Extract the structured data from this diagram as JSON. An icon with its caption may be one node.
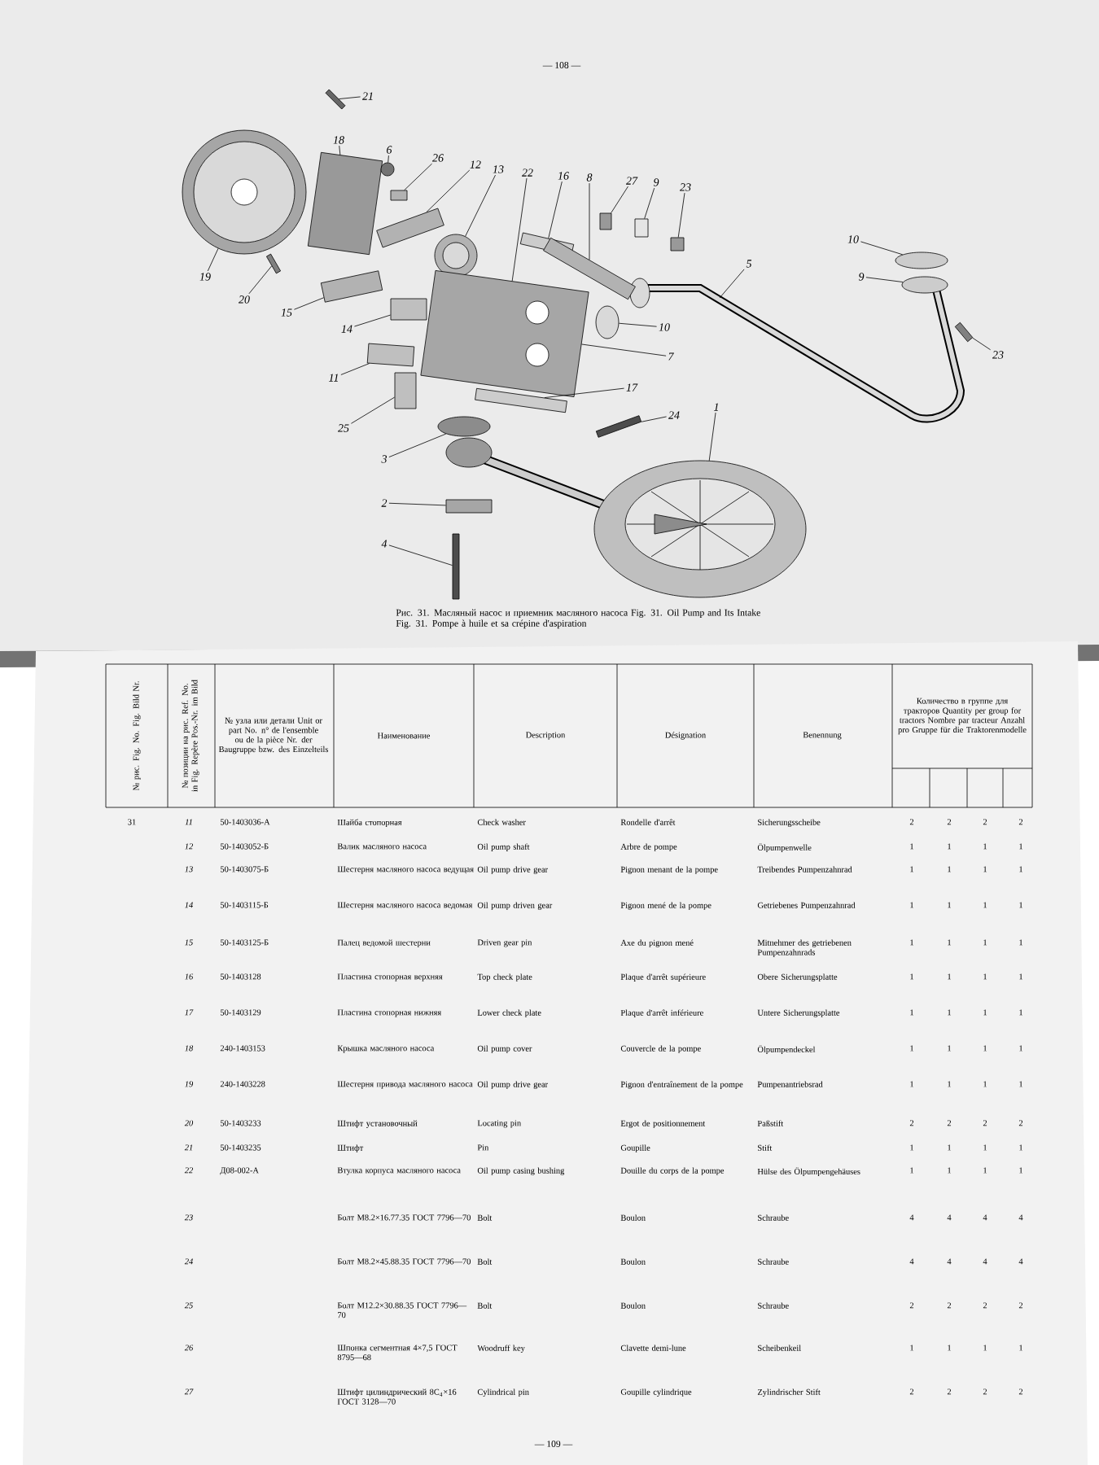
{
  "diagram": {
    "caption": "Рис. 31. Масляный насос и приемник масляного насоса Fig. 31. Oil Pump and Its Intake Fig. 31. Pompe à huile et sa crépine d'aspiration",
    "nodes": [
      {
        "text": [
          "21"
        ]
      },
      {
        "text": [
          "18"
        ]
      },
      {
        "text": [
          "6"
        ]
      },
      {
        "text": [
          "26"
        ]
      },
      {
        "text": [
          "12"
        ]
      },
      {
        "text": [
          "13"
        ]
      },
      {
        "text": [
          "22"
        ]
      },
      {
        "text": [
          "16"
        ]
      },
      {
        "text": [
          "8"
        ]
      },
      {
        "text": [
          "27"
        ]
      },
      {
        "text": [
          "9"
        ]
      },
      {
        "text": [
          "23"
        ]
      },
      {
        "text": [
          "10"
        ]
      },
      {
        "text": [
          "5"
        ]
      },
      {
        "text": [
          "19"
        ]
      },
      {
        "text": [
          "9"
        ]
      },
      {
        "text": [
          "20"
        ]
      },
      {
        "text": [
          "15"
        ]
      },
      {
        "text": [
          "10"
        ]
      },
      {
        "text": [
          "14"
        ]
      },
      {
        "text": [
          "7"
        ]
      },
      {
        "text": [
          "23"
        ]
      },
      {
        "text": [
          "17"
        ]
      },
      {
        "text": [
          "11"
        ]
      },
      {
        "text": [
          "24"
        ]
      },
      {
        "text": [
          "1"
        ]
      },
      {
        "text": [
          "25"
        ]
      },
      {
        "text": [
          "3"
        ]
      },
      {
        "text": [
          "2"
        ]
      },
      {
        "text": [
          "4"
        ]
      },
      {
        "text": [],
        "shape": "box"
      },
      {
        "text": [],
        "shape": "box"
      },
      {
        "text": [],
        "shape": "circle"
      },
      {
        "text": [],
        "shape": "box"
      },
      {
        "text": [],
        "shape": "box"
      },
      {
        "text": [],
        "shape": "circle"
      },
      {
        "text": [],
        "shape": "circle"
      },
      {
        "text": [],
        "shape": "box"
      },
      {
        "text": [],
        "shape": "box"
      },
      {
        "text": [],
        "shape": "box"
      },
      {
        "text": [],
        "shape": "box"
      },
      {
        "text": [],
        "shape": "box"
      },
      {
        "text": [],
        "shape": "ellipse"
      },
      {
        "text": [],
        "shape": "ellipse"
      },
      {
        "text": [],
        "shape": "box"
      },
      {
        "text": [],
        "shape": "box"
      },
      {
        "text": [],
        "shape": "ellipse"
      },
      {
        "text": [],
        "shape": "box"
      },
      {
        "text": [],
        "shape": "box"
      },
      {
        "text": [],
        "shape": "box"
      },
      {
        "text": [],
        "shape": "box"
      },
      {
        "text": [],
        "shape": "box"
      },
      {
        "text": [],
        "shape": "box"
      },
      {
        "text": [],
        "shape": "box"
      },
      {
        "text": [],
        "shape": "ellipse"
      },
      {
        "text": [],
        "shape": "ellipse"
      },
      {
        "text": [],
        "shape": "box"
      },
      {
        "text": [],
        "shape": "box"
      }
    ],
    "edges": [
      {
        "from": 0,
        "to": 30,
        "arrow": "none"
      },
      {
        "from": 1,
        "to": 31,
        "arrow": "none"
      },
      {
        "from": 2,
        "to": 32,
        "arrow": "none"
      },
      {
        "from": 3,
        "to": 33,
        "arrow": "none"
      },
      {
        "from": 4,
        "to": 34,
        "arrow": "none"
      },
      {
        "from": 5,
        "to": 35,
        "arrow": "none"
      },
      {
        "from": 6,
        "to": 48,
        "arrow": "none"
      },
      {
        "from": 7,
        "to": 37,
        "arrow": "none"
      },
      {
        "from": 8,
        "to": 38,
        "arrow": "none"
      },
      {
        "from": 9,
        "to": 39,
        "arrow": "none"
      },
      {
        "from": 10,
        "to": 40,
        "arrow": "none"
      },
      {
        "from": 11,
        "to": 41,
        "arrow": "none"
      },
      {
        "from": 12,
        "to": 42,
        "arrow": "none"
      },
      {
        "from": 13,
        "to": null,
        "arrow": "none"
      },
      {
        "from": 14,
        "to": 36,
        "arrow": "none"
      },
      {
        "from": 15,
        "to": 43,
        "arrow": "none"
      },
      {
        "from": 16,
        "to": 44,
        "arrow": "none"
      },
      {
        "from": 17,
        "to": 45,
        "arrow": "none"
      },
      {
        "from": 18,
        "to": 46,
        "arrow": "none"
      },
      {
        "from": 19,
        "to": 47,
        "arrow": "none"
      },
      {
        "from": 20,
        "to": 48,
        "arrow": "none"
      },
      {
        "from": 21,
        "to": 49,
        "arrow": "none"
      },
      {
        "from": 22,
        "to": 51,
        "arrow": "none"
      },
      {
        "from": 23,
        "to": 50,
        "arrow": "none"
      },
      {
        "from": 24,
        "to": 53,
        "arrow": "none"
      },
      {
        "from": 25,
        "to": 55,
        "arrow": "none"
      },
      {
        "from": 26,
        "to": 52,
        "arrow": "none"
      },
      {
        "from": 27,
        "to": 54,
        "arrow": "none"
      },
      {
        "from": 28,
        "to": 56,
        "arrow": "none"
      },
      {
        "from": 29,
        "to": 57,
        "arrow": "none"
      }
    ],
    "labels": [
      "— 108 —",
      "№ рис. Fig. No. Fig. Bild Nr.",
      "№ позиции на рис. Ref. No. in Fig. Repère Pos.-Nr. im Bild",
      "№ узла или детали Unit or part No. n° de l'ensemble ou de la pièce Nr. der Baugruppe bzw. des Einzelteils",
      "Наименование",
      "Description",
      "Désignation",
      "Benennung",
      "Количество в группе для тракторов Quantity per group for tractors Nombre par tracteur Anzahl pro Gruppe für die Traktorenmodelle",
      "31",
      "11",
      "50-1403036-А",
      "Шайба стопорная",
      "Check washer",
      "Rondelle d'arrêt",
      "Sicherungsscheibe",
      "2",
      "2",
      "2",
      "2",
      "12",
      "50-1403052-Б",
      "Валик масляного насоса",
      "Oil pump shaft",
      "Arbre de pompe",
      "Ölpumpenwelle",
      "1",
      "1",
      "1",
      "1",
      "13",
      "50-1403075-Б",
      "Шестерня масляного насоса ведущая",
      "Oil pump drive gear",
      "Pignon menant de la pompe",
      "Treibendes Pumpenzahnrad",
      "1",
      "1",
      "1",
      "1",
      "14",
      "50-1403115-Б",
      "Шестерня масляного насоса ведомая",
      "Oil pump driven gear",
      "Pignon mené de la pompe",
      "Getriebenes Pumpenzahnrad",
      "1",
      "1",
      "1",
      "1",
      "15",
      "50-1403125-Б",
      "Палец ведомой шестерни",
      "Driven gear pin",
      "Axe du pignon mené",
      "Mitnehmer des getriebenen Pumpenzahnrads",
      "1",
      "1",
      "1",
      "1",
      "16",
      "50-1403128",
      "Пластина стопорная верхняя",
      "Top check plate",
      "Plaque d'arrêt supérieure",
      "Obere Sicherungsplatte",
      "1",
      "1",
      "1",
      "1",
      "17",
      "50-1403129",
      "Пластина стопорная нижняя",
      "Lower check plate",
      "Plaque d'arrêt inférieure",
      "Untere Sicherungsplatte",
      "1",
      "1",
      "1",
      "1",
      "18",
      "240-1403153",
      "Крышка масляного насоса",
      "Oil pump cover",
      "Couvercle de la pompe",
      "Ölpumpendeckel",
      "1",
      "1",
      "1",
      "1",
      "19",
      "240-1403228",
      "Шестерня привода масляного насоса",
      "Oil pump drive gear",
      "Pignon d'entraînement de la pompe",
      "Pumpenantriebsrad",
      "1",
      "1",
      "1",
      "1",
      "20",
      "50-1403233",
      "Штифт установочный",
      "Locating pin",
      "Ergot de positionnement",
      "Paßstift",
      "2",
      "2",
      "2",
      "2",
      "21",
      "50-1403235",
      "Штифт",
      "Pin",
      "Goupille",
      "Stift",
      "1",
      "1",
      "1",
      "1",
      "22",
      "Д08-002-А",
      "Втулка корпуса масляного насоса",
      "Oil pump casing bushing",
      "Douille du corps de la pompe",
      "Hülse des Ölpumpengehäuses",
      "1",
      "1",
      "1",
      "1",
      "23",
      "Болт М8.2×16.77.35 ГОСТ 7796—70",
      "Bolt",
      "Boulon",
      "Schraube",
      "4",
      "4",
      "4",
      "4",
      "24",
      "Болт М8.2×45.88.35 ГОСТ 7796—70",
      "Bolt",
      "Boulon",
      "Schraube",
      "4",
      "4",
      "4",
      "4",
      "25",
      "Болт М12.2×30.88.35 ГОСТ 7796—70",
      "Bolt",
      "Boulon",
      "Schraube",
      "2",
      "2",
      "2",
      "2",
      "26",
      "Шпонка сегментная 4×7,5 ГОСТ 8795—68",
      "Woodruff key",
      "Clavette demi-lune",
      "Scheibenkeil",
      "1",
      "1",
      "1",
      "1",
      "27",
      "Штифт цилиндрический 8С$_{4}$×16 ГОСТ 3128—70",
      "Cylindrical pin",
      "Goupille cylindrique",
      "Zylindrischer Stift",
      "2",
      "2",
      "2",
      "2",
      "— 109 —"
    ]
  }
}
